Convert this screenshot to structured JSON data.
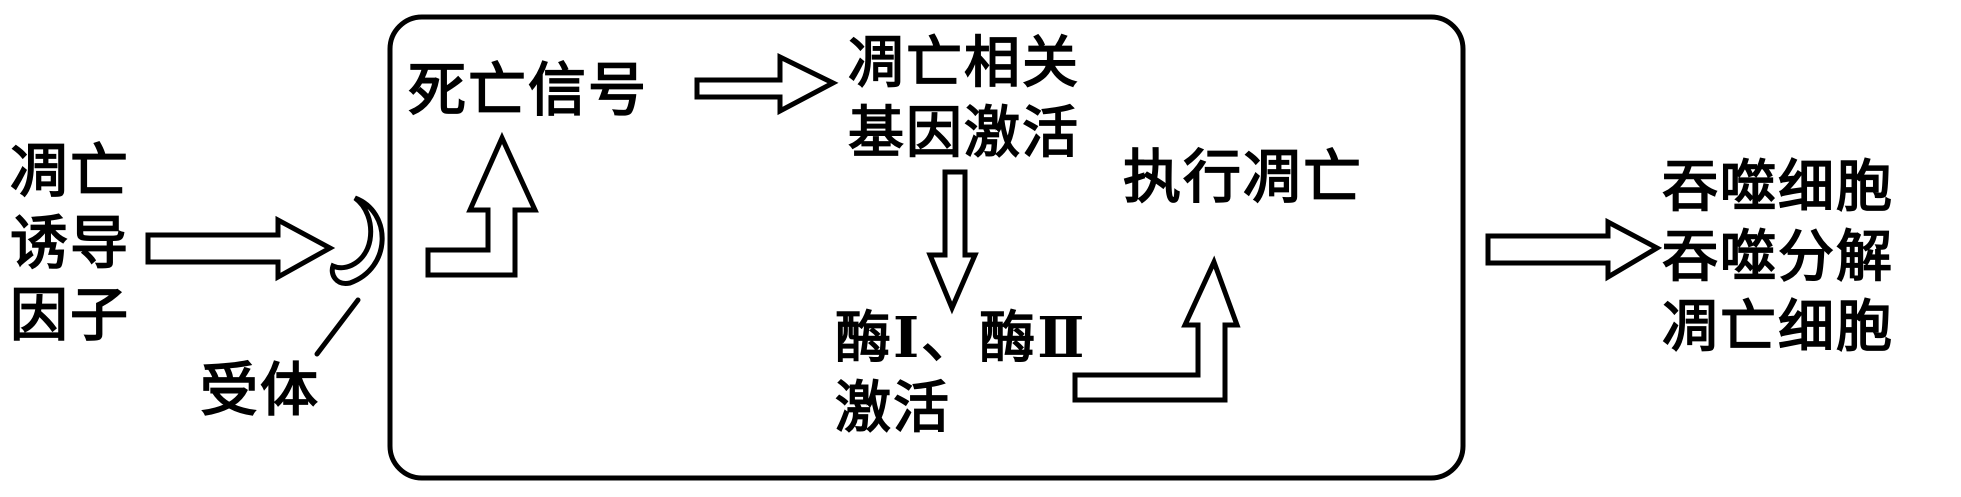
{
  "diagram": {
    "title": "细胞凋亡过程示意图",
    "inducer": {
      "lines": [
        "凋亡",
        "诱导",
        "因子"
      ]
    },
    "receptor": {
      "label": "受体"
    },
    "cell": {
      "death_signal": "死亡信号",
      "gene_activation": {
        "lines": [
          "凋亡相关",
          "基因激活"
        ]
      },
      "enzyme_activation": {
        "lines": [
          "酶Ⅰ、酶Ⅱ",
          "激活"
        ]
      },
      "execute": "执行凋亡"
    },
    "outcome": {
      "lines": [
        "吞噬细胞",
        "吞噬分解",
        "凋亡细胞"
      ]
    },
    "flow": [
      "凋亡诱导因子 → 受体",
      "受体 → 死亡信号",
      "死亡信号 → 凋亡相关基因激活",
      "凋亡相关基因激活 → 酶Ⅰ、酶Ⅱ激活",
      "酶Ⅰ、酶Ⅱ激活 → 执行凋亡",
      "执行凋亡 → 吞噬细胞吞噬分解凋亡细胞"
    ],
    "colors": {
      "stroke": "#000000",
      "background": "#ffffff"
    }
  }
}
